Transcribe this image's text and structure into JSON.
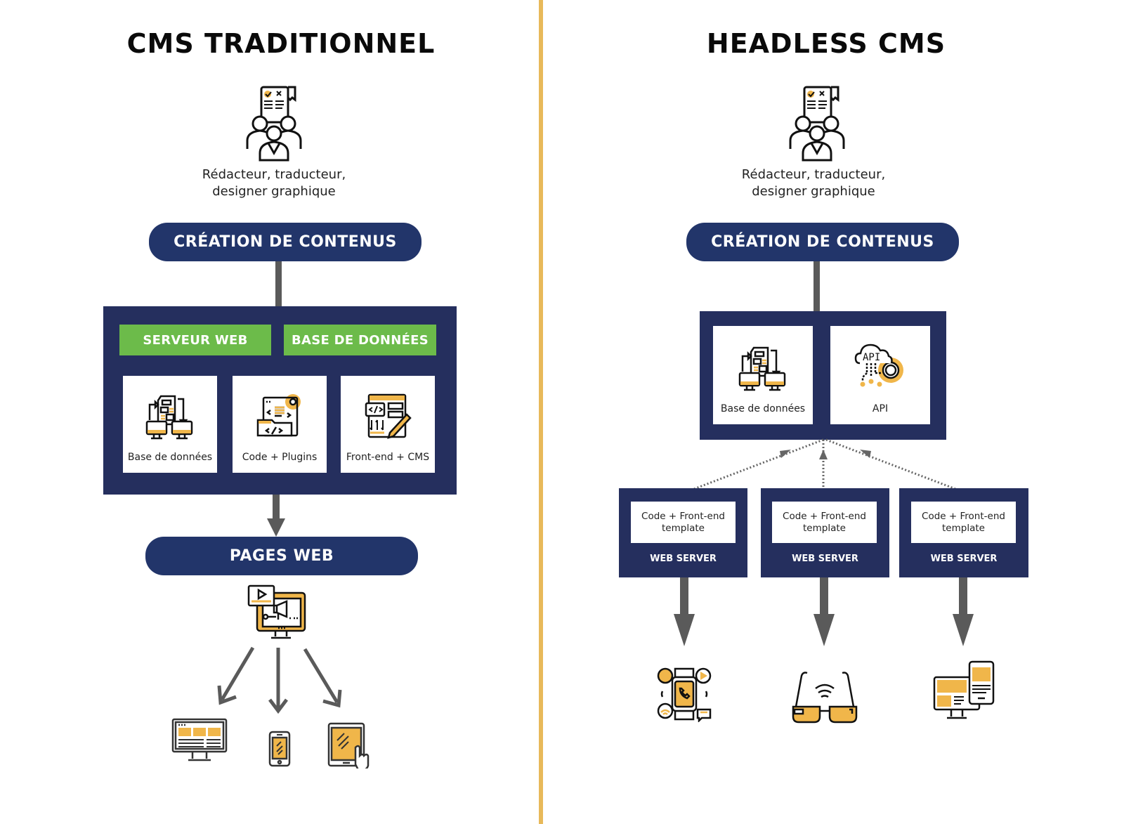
{
  "colors": {
    "navy": "#252f5e",
    "pill": "#22356a",
    "green": "#6cbb4a",
    "accent": "#f0b64a",
    "arrow": "#5a5a5a",
    "divider": "#e8b95a"
  },
  "left": {
    "title": "CMS TRADITIONNEL",
    "authors_icon": "team-document-icon",
    "authors_line1": "Rédacteur, traducteur,",
    "authors_line2": "designer graphique",
    "content_creation": "CRÉATION DE CONTENUS",
    "green_labels": [
      "SERVEUR WEB",
      "BASE DE DONNÉES"
    ],
    "cards": [
      {
        "label": "Base de données",
        "icon": "database-sync-icon"
      },
      {
        "label": "Code + Plugins",
        "icon": "code-plugins-icon"
      },
      {
        "label": "Front-end + CMS",
        "icon": "frontend-editor-icon"
      }
    ],
    "output": "PAGES WEB",
    "output_icon": "web-media-monitor-icon",
    "devices": [
      {
        "icon": "desktop-icon"
      },
      {
        "icon": "smartphone-icon"
      },
      {
        "icon": "tablet-touch-icon"
      }
    ]
  },
  "right": {
    "title": "HEADLESS CMS",
    "authors_icon": "team-document-icon",
    "authors_line1": "Rédacteur, traducteur,",
    "authors_line2": "designer graphique",
    "content_creation": "CRÉATION DE CONTENUS",
    "cards": [
      {
        "label": "Base de données",
        "icon": "database-sync-icon"
      },
      {
        "label": "API",
        "icon": "api-cloud-gear-icon"
      }
    ],
    "servers": [
      {
        "line1": "Code + Front-end",
        "line2": "template",
        "label": "WEB SERVER"
      },
      {
        "line1": "Code + Front-end",
        "line2": "template",
        "label": "WEB SERVER"
      },
      {
        "line1": "Code + Front-end",
        "line2": "template",
        "label": "WEB SERVER"
      }
    ],
    "devices": [
      {
        "icon": "smartwatch-icon"
      },
      {
        "icon": "smart-glasses-icon"
      },
      {
        "icon": "desktop-mobile-icon"
      }
    ]
  }
}
